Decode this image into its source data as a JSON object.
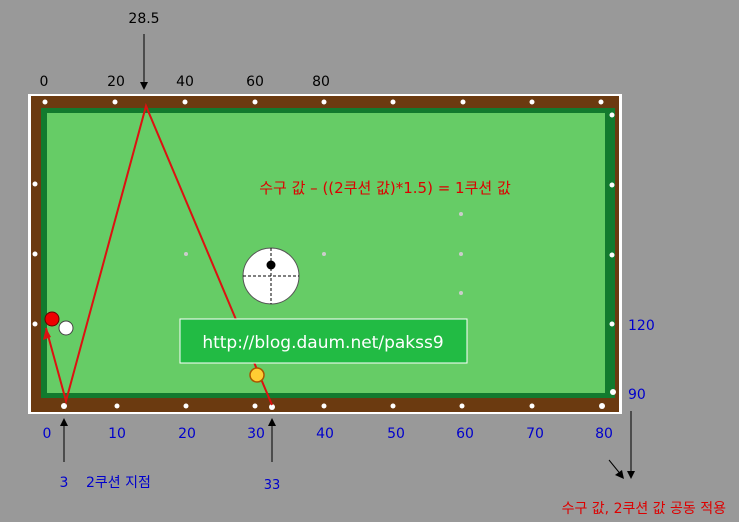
{
  "diagram": {
    "top_marker": "28.5",
    "top_axis": [
      "0",
      "20",
      "40",
      "60",
      "80"
    ],
    "bottom_axis": [
      "0",
      "10",
      "20",
      "30",
      "40",
      "50",
      "60",
      "70",
      "80"
    ],
    "right_labels": {
      "upper": "120",
      "lower": "90"
    },
    "bottom_notes": {
      "left_value": "3",
      "left_text": "2쿠션 지점",
      "mid_value": "33"
    },
    "formula": "수구 값 – ((2쿠션 값)*1.5) = 1쿠션 값",
    "url": "http://blog.daum.net/pakss9",
    "footer_note": "수구 값, 2쿠션 값 공동 적용",
    "colors": {
      "background": "#999999",
      "rail": "#6b3a10",
      "cushion": "#127a2e",
      "cloth": "#66cc66",
      "path": "#dd1111",
      "url_box": "#22bb44",
      "label_blue": "#0000cc"
    },
    "balls": [
      "red-ball",
      "white-ball",
      "yellow-ball"
    ]
  }
}
